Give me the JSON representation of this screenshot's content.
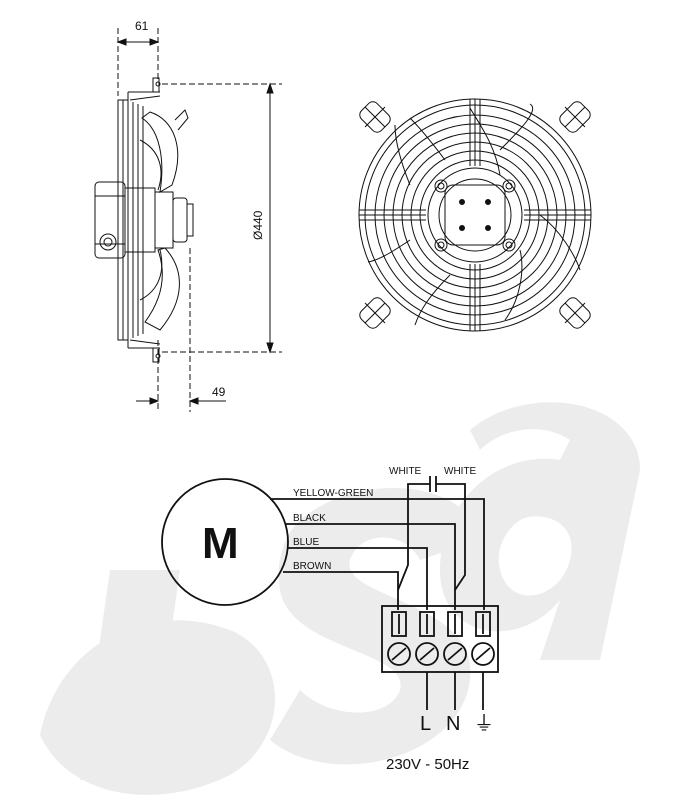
{
  "dimensions": {
    "depth_top": "61",
    "diameter": "Ø440",
    "depth_bottom": "49"
  },
  "wiring": {
    "motor_label": "M",
    "capacitor_left": "WHITE",
    "capacitor_right": "WHITE",
    "wires": [
      "YELLOW-GREEN",
      "BLACK",
      "BLUE",
      "BROWN"
    ],
    "terminals": [
      "L",
      "N",
      "⏚"
    ],
    "supply": "230V - 50Hz"
  },
  "watermark": "dsa",
  "colors": {
    "line": "#111111",
    "watermark": "#ececec"
  }
}
